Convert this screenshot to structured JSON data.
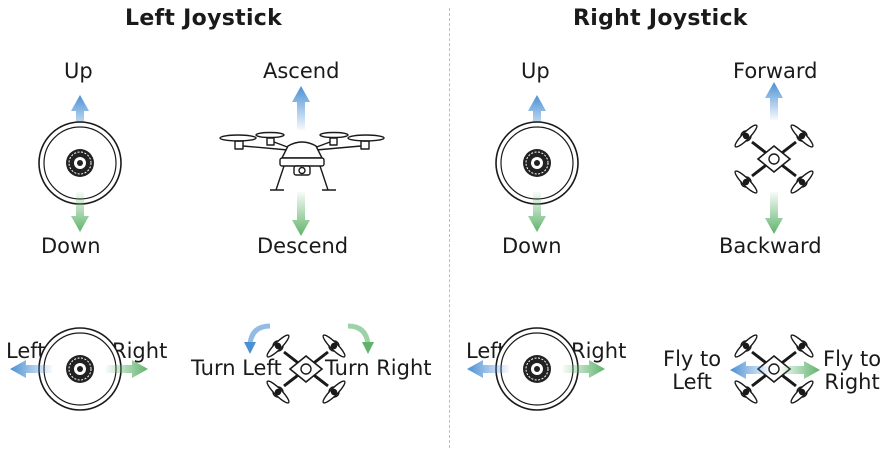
{
  "left_panel": {
    "title": "Left Joystick",
    "throttle": {
      "up": "Up",
      "down": "Down"
    },
    "altitude": {
      "up": "Ascend",
      "down": "Descend"
    },
    "yaw_stick": {
      "left": "Left",
      "right": "Right"
    },
    "yaw_drone": {
      "left": "Turn Left",
      "right": "Turn Right"
    }
  },
  "right_panel": {
    "title": "Right Joystick",
    "pitch_stick": {
      "up": "Up",
      "down": "Down"
    },
    "pitch_drone": {
      "up": "Forward",
      "down": "Backward"
    },
    "roll_stick": {
      "left": "Left",
      "right": "Right"
    },
    "roll_drone": {
      "left_line1": "Fly to",
      "left_line2": "Left",
      "right_line1": "Fly to",
      "right_line2": "Right"
    }
  },
  "colors": {
    "arrow_blue": "#4a90d4",
    "arrow_green": "#5fb36b",
    "outline": "#1a1a1a",
    "divider": "#bdbdbd"
  }
}
